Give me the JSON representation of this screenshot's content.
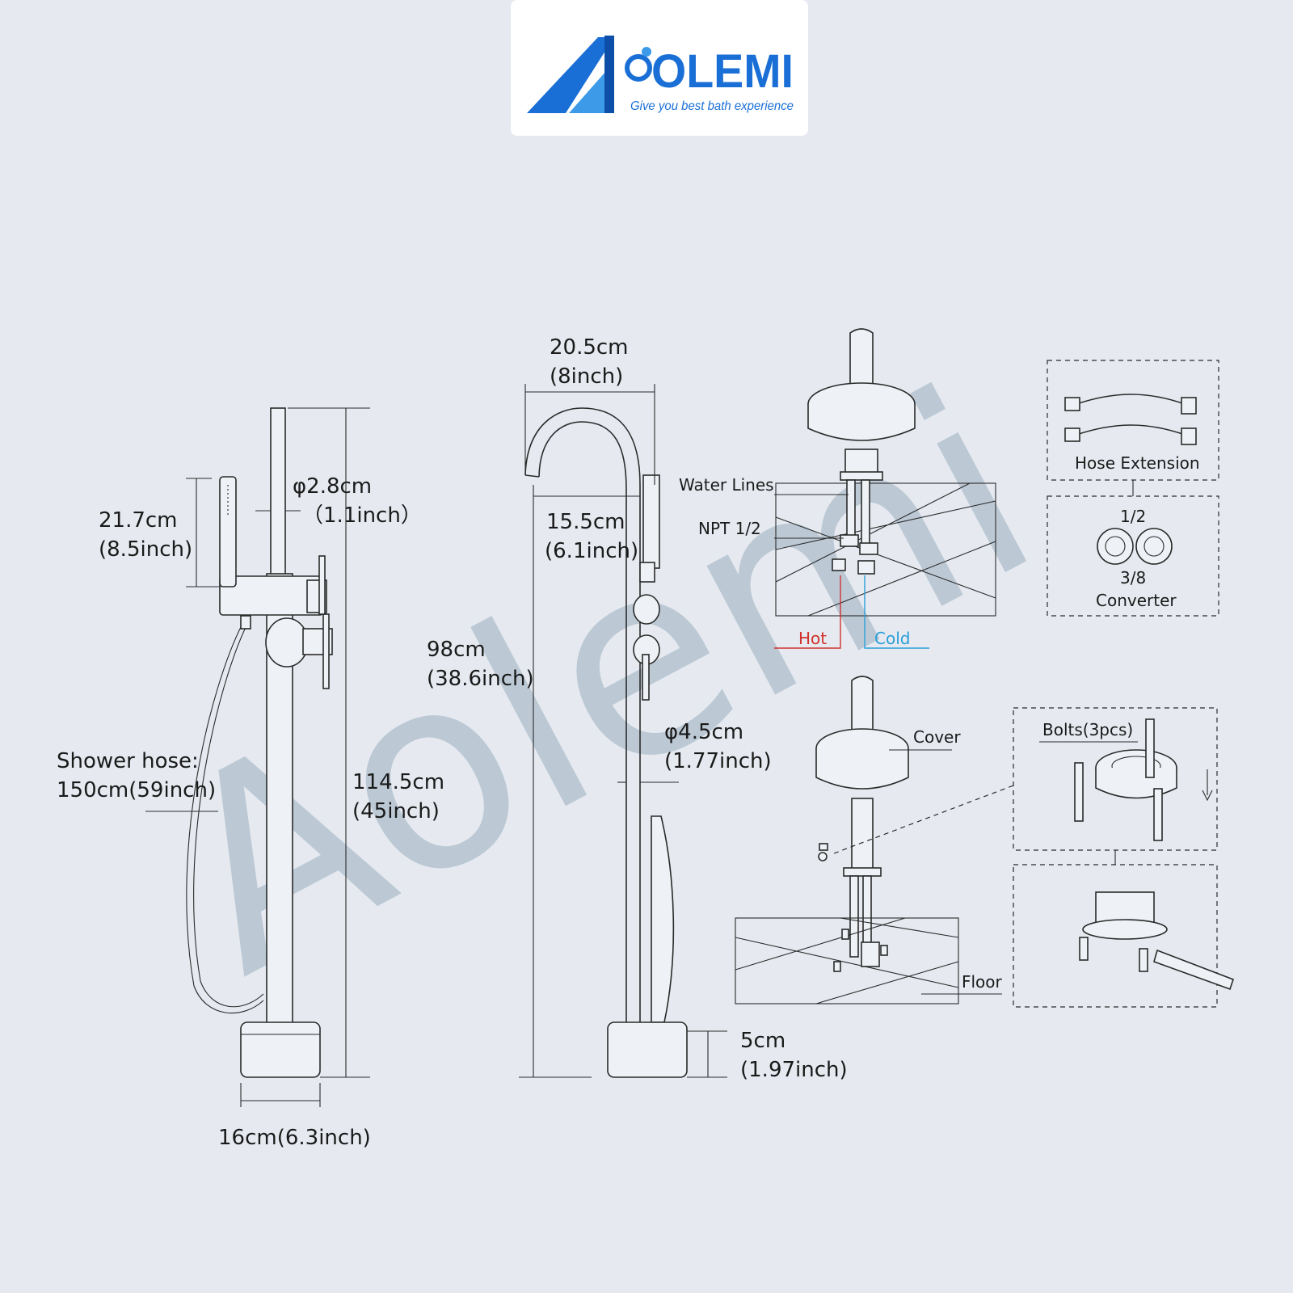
{
  "brand": {
    "name": "OLEMI",
    "tagline": "Give you best bath experience",
    "accent": "#1a6fd6",
    "watermark": "Aolemi"
  },
  "front_view": {
    "handshower_length": "21.7cm",
    "handshower_length_in": "(8.5inch)",
    "riser_diameter": "φ2.8cm",
    "riser_diameter_in": "（1.1inch）",
    "total_height": "114.5cm",
    "total_height_in": "(45inch)",
    "hose_label": "Shower hose:",
    "hose_length": "150cm(59inch)",
    "base_width": "16cm(6.3inch)"
  },
  "side_view": {
    "spout_width": "20.5cm",
    "spout_width_in": "(8inch)",
    "spout_reach": "15.5cm",
    "spout_reach_in": "(6.1inch)",
    "spout_height": "98cm",
    "spout_height_in": "(38.6inch)",
    "pipe_diameter": "φ4.5cm",
    "pipe_diameter_in": "(1.77inch)",
    "base_height": "5cm",
    "base_height_in": "(1.97inch)"
  },
  "install_top": {
    "water_lines": "Water Lines",
    "npt": "NPT 1/2",
    "hot": "Hot",
    "cold": "Cold",
    "hot_color": "#d0312d",
    "cold_color": "#2a9fd8"
  },
  "install_bottom": {
    "cover": "Cover",
    "floor": "Floor"
  },
  "accessories": {
    "hose_extension": "Hose Extension",
    "converter_top": "1/2",
    "converter_bottom": "3/8",
    "converter": "Converter",
    "bolts": "Bolts(3pcs)"
  }
}
